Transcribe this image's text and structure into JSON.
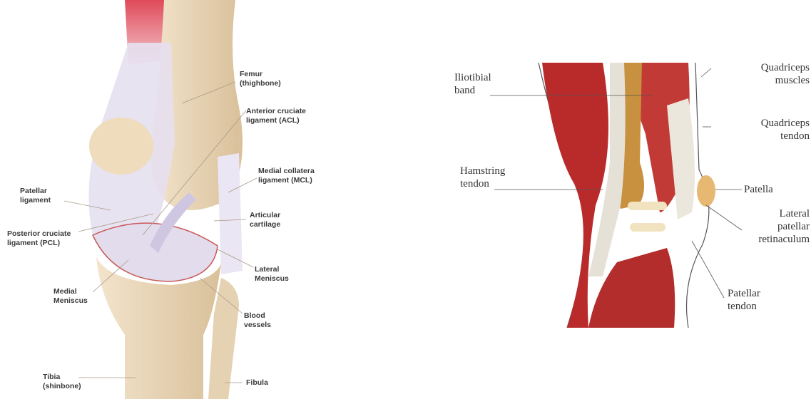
{
  "left_diagram": {
    "labels": {
      "femur": "Femur\n(thighbone)",
      "acl": "Anterior cruciate\nligament (ACL)",
      "mcl": "Medial collatera\nligament (MCL)",
      "patellar_ligament": "Patellar\nligament",
      "pcl": "Posterior cruciate\nligament (PCL)",
      "articular_cartilage": "Articular\ncartilage",
      "lateral_meniscus": "Lateral\nMeniscus",
      "medial_meniscus": "Medial\nMeniscus",
      "blood_vessels": "Blood\nvessels",
      "tibia": "Tibia\n(shinbone)",
      "fibula": "Fibula"
    }
  },
  "right_diagram": {
    "labels": {
      "iliotibial_band": "Iliotibial\nband",
      "hamstring_tendon": "Hamstring\ntendon",
      "quadriceps_muscles": "Quadriceps\nmuscles",
      "quadriceps_tendon": "Quadriceps\ntendon",
      "patella": "Patella",
      "lateral_patellar_retinaculum": "Lateral\npatellar\nretinaculum",
      "patellar_tendon": "Patellar\ntendon"
    }
  }
}
